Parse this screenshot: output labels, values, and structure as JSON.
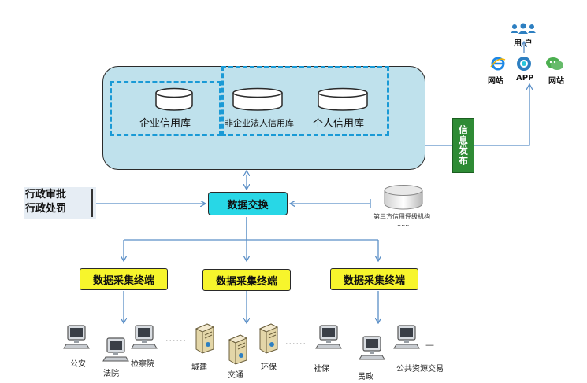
{
  "colors": {
    "panel": "#bfe1ec",
    "dashed_accent": "#1a9ad6",
    "connector": "#5b8fc7",
    "publish_green": "#2e8b35",
    "exchange_cyan": "#28d7e6",
    "terminal_yellow": "#f7f52c"
  },
  "databases": {
    "enterprise": "企业信用库",
    "non_enterprise_legal": "非企业法人信用库",
    "personal": "个人信用库"
  },
  "publish": {
    "label": "信息发布"
  },
  "channels": {
    "users": "用 户",
    "website_left": "网站",
    "app": "APP",
    "website_right": "网站"
  },
  "exchange": {
    "label": "数据交换"
  },
  "admin": {
    "line1": "行政审批",
    "line2": "行政处罚"
  },
  "third_party": {
    "label": "第三方信用评级机构",
    "dots": "......"
  },
  "terminals": {
    "t1": "数据采集终端",
    "t2": "数据采集终端",
    "t3": "数据采集终端"
  },
  "sources": {
    "group1": {
      "public_security": "公安",
      "court": "法院",
      "procuratorate": "检察院",
      "dots": "......"
    },
    "group2": {
      "urban": "城建",
      "transport": "交通",
      "environment": "环保",
      "dots": "......"
    },
    "group3": {
      "social_security": "社保",
      "civil_affairs": "民政",
      "public_resource": "公共资源交易",
      "dots": "—"
    }
  }
}
